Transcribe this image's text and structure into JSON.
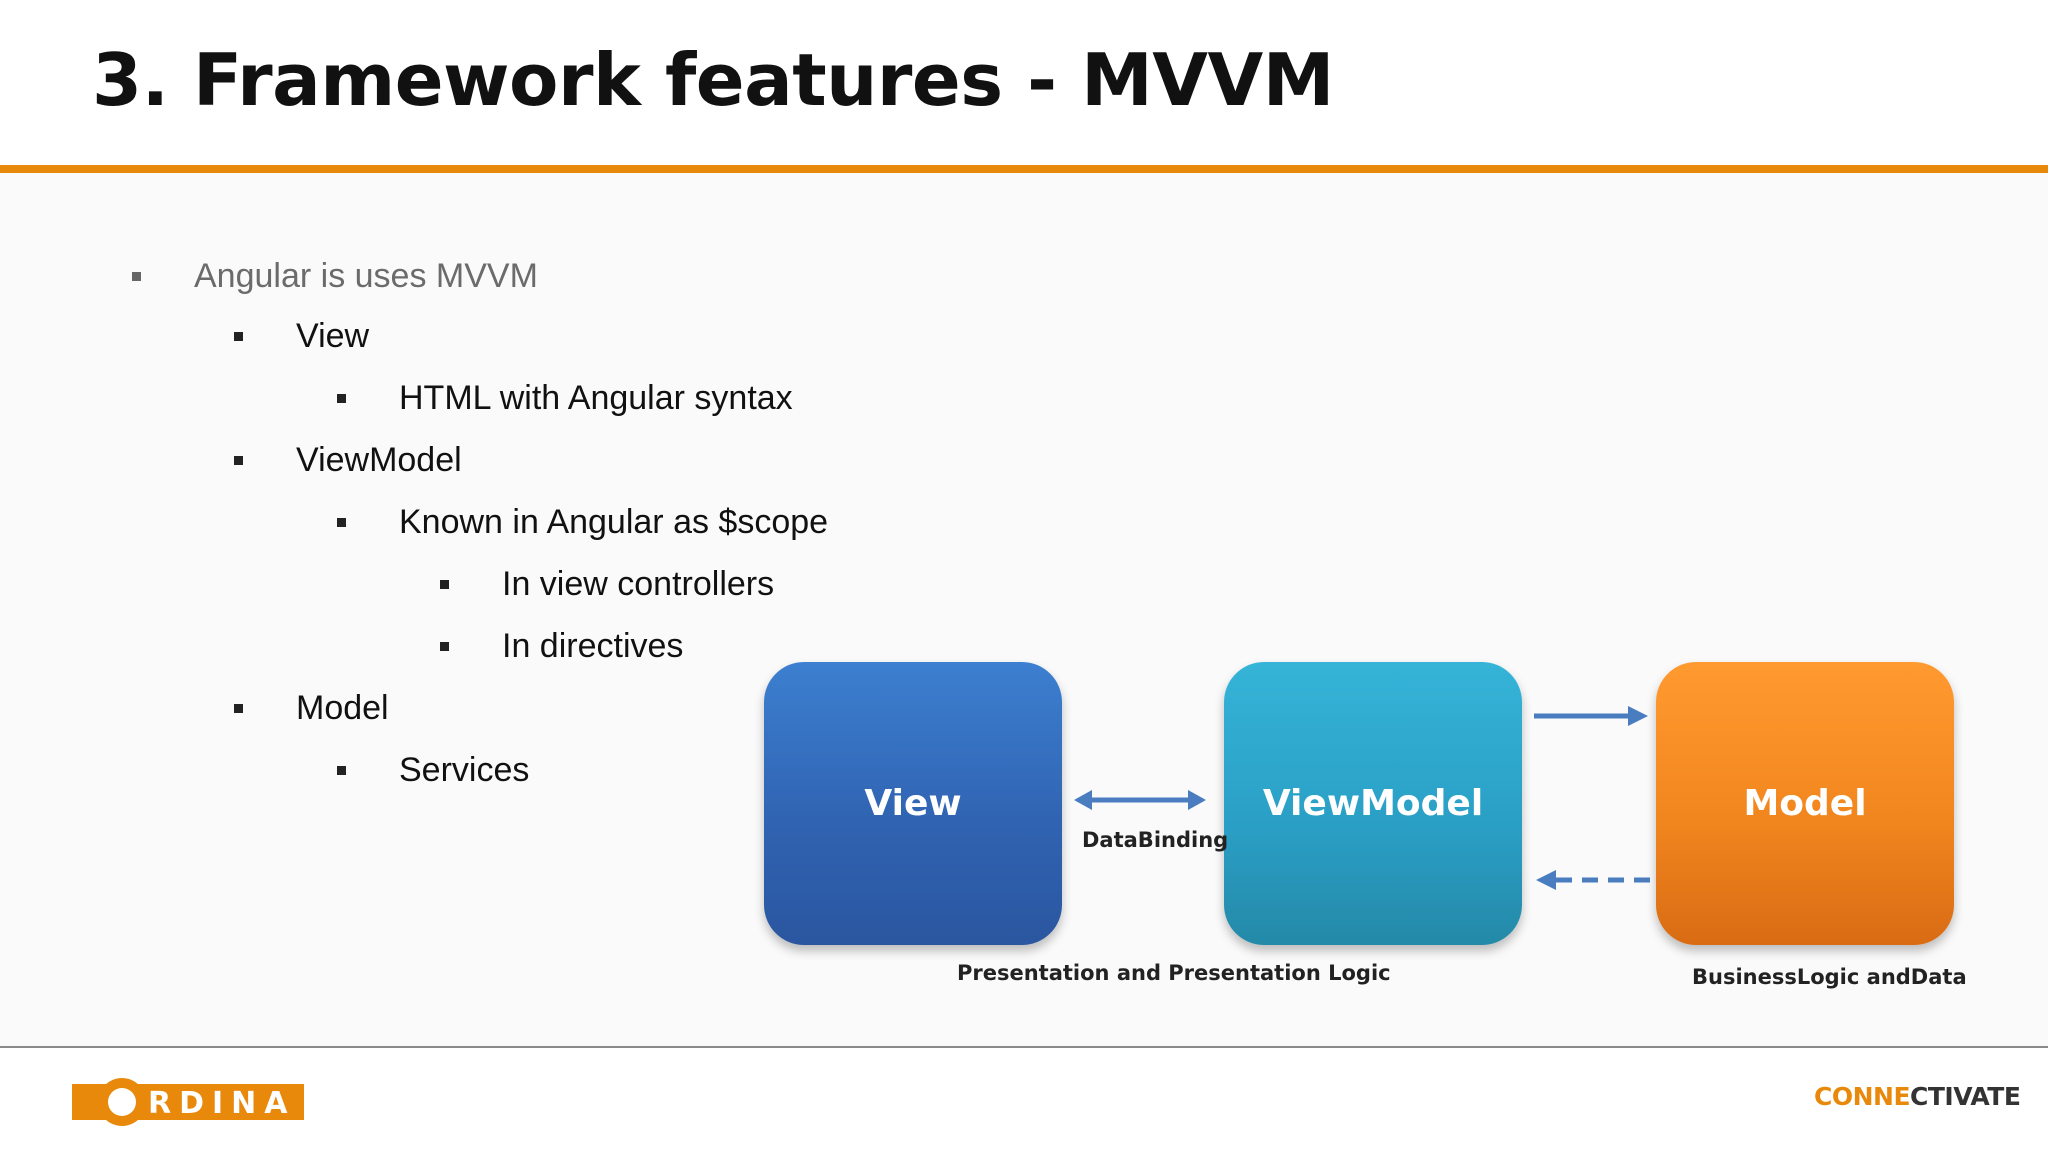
{
  "slide": {
    "title": "3. Framework features - MVVM"
  },
  "bullets": [
    {
      "text": "Angular is uses MVVM",
      "level": 1
    },
    {
      "text": "View",
      "level": 2
    },
    {
      "text": "HTML with Angular syntax",
      "level": 3
    },
    {
      "text": "ViewModel",
      "level": 2
    },
    {
      "text": "Known in Angular as $scope",
      "level": 3
    },
    {
      "text": "In view controllers",
      "level": 4
    },
    {
      "text": "In directives",
      "level": 4
    },
    {
      "text": "Model",
      "level": 2
    },
    {
      "text": "Services",
      "level": 3
    }
  ],
  "diagram": {
    "view_label": "View",
    "viewmodel_label": "ViewModel",
    "model_label": "Model",
    "databinding_label": "DataBinding",
    "presentation_caption": "Presentation and Presentation Logic",
    "business_caption": "BusinessLogic andData",
    "colors": {
      "view": "#2f62b0",
      "viewmodel": "#2a9ec4",
      "model": "#f2861e",
      "arrow": "#4a7cc0"
    }
  },
  "footer": {
    "ordina_logo": "ORDINA",
    "connectivate_logo_part1": "CONNE",
    "connectivate_logo_part2": "CTIVATE",
    "accent": "#e8890c"
  }
}
